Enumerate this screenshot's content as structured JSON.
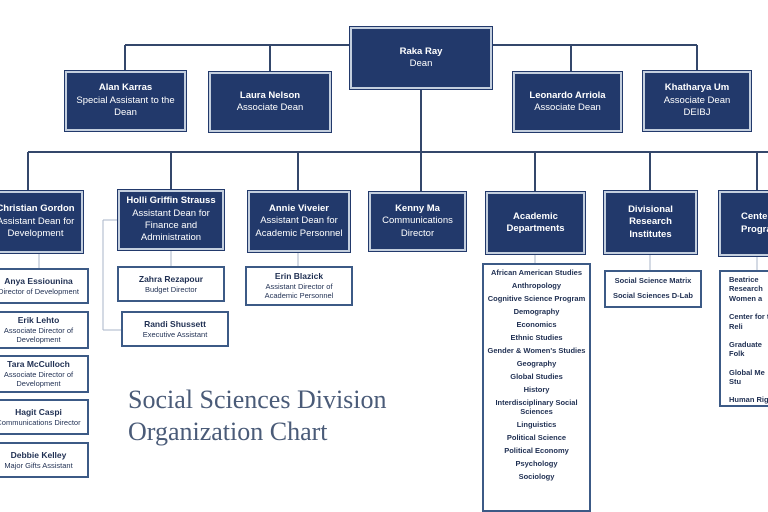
{
  "title_line1": "Social Sciences Division",
  "title_line2": "Organization Chart",
  "dean": {
    "name": "Raka Ray",
    "title": "Dean"
  },
  "top_row": [
    {
      "name": "Alan Karras",
      "title": "Special Assistant to the Dean"
    },
    {
      "name": "Laura Nelson",
      "title": "Associate Dean"
    },
    {
      "name": "Leonardo Arriola",
      "title": "Associate Dean"
    },
    {
      "name": "Khatharya Um",
      "title": "Associate Dean DEIBJ"
    }
  ],
  "second_row": [
    {
      "name": "Christian Gordon",
      "title": "Assistant Dean for Development"
    },
    {
      "name": "Holli Griffin Strauss",
      "title": "Assistant Dean for Finance and Administration"
    },
    {
      "name": "Annie Viveier",
      "title": "Assistant Dean for Academic Personnel"
    },
    {
      "name": "Kenny Ma",
      "title": "Communications Director"
    },
    {
      "name": "Academic Departments",
      "title": ""
    },
    {
      "name": "Divisional Research Institutes",
      "title": ""
    },
    {
      "name": "Centers",
      "title": "Programs"
    }
  ],
  "development_staff": [
    {
      "name": "Anya Essiounina",
      "title": "Director of Development"
    },
    {
      "name": "Erik Lehto",
      "title": "Associate Director of Development"
    },
    {
      "name": "Tara McCulloch",
      "title": "Associate Director of Development"
    },
    {
      "name": "Hagit Caspi",
      "title": "Communications Director"
    },
    {
      "name": "Debbie Kelley",
      "title": "Major Gifts Assistant"
    }
  ],
  "finance_staff": [
    {
      "name": "Zahra Rezapour",
      "title": "Budget Director"
    },
    {
      "name": "Randi Shussett",
      "title": "Executive Assistant"
    }
  ],
  "personnel_staff": [
    {
      "name": "Erin Blazick",
      "title": "Assistant Director of Academic Personnel"
    }
  ],
  "departments": [
    "African American Studies",
    "Anthropology",
    "Cognitive Science Program",
    "Demography",
    "Economics",
    "Ethnic Studies",
    "Gender & Women's Studies",
    "Geography",
    "Global Studies",
    "History",
    "Interdisciplinary Social Sciences",
    "Linguistics",
    "Political Science",
    "Political Economy",
    "Psychology",
    "Sociology"
  ],
  "institutes": [
    "Social Science Matrix",
    "Social Sciences D-Lab"
  ],
  "centers": [
    "Beatrice Research Women a",
    "Center for t Reli",
    "Graduate Folk",
    "Global Me Stu",
    "Human Righ"
  ],
  "colors": {
    "box_fill": "#22396b",
    "box_border": "#3c5a86",
    "line": "#34476b",
    "title": "#4a5b78"
  }
}
